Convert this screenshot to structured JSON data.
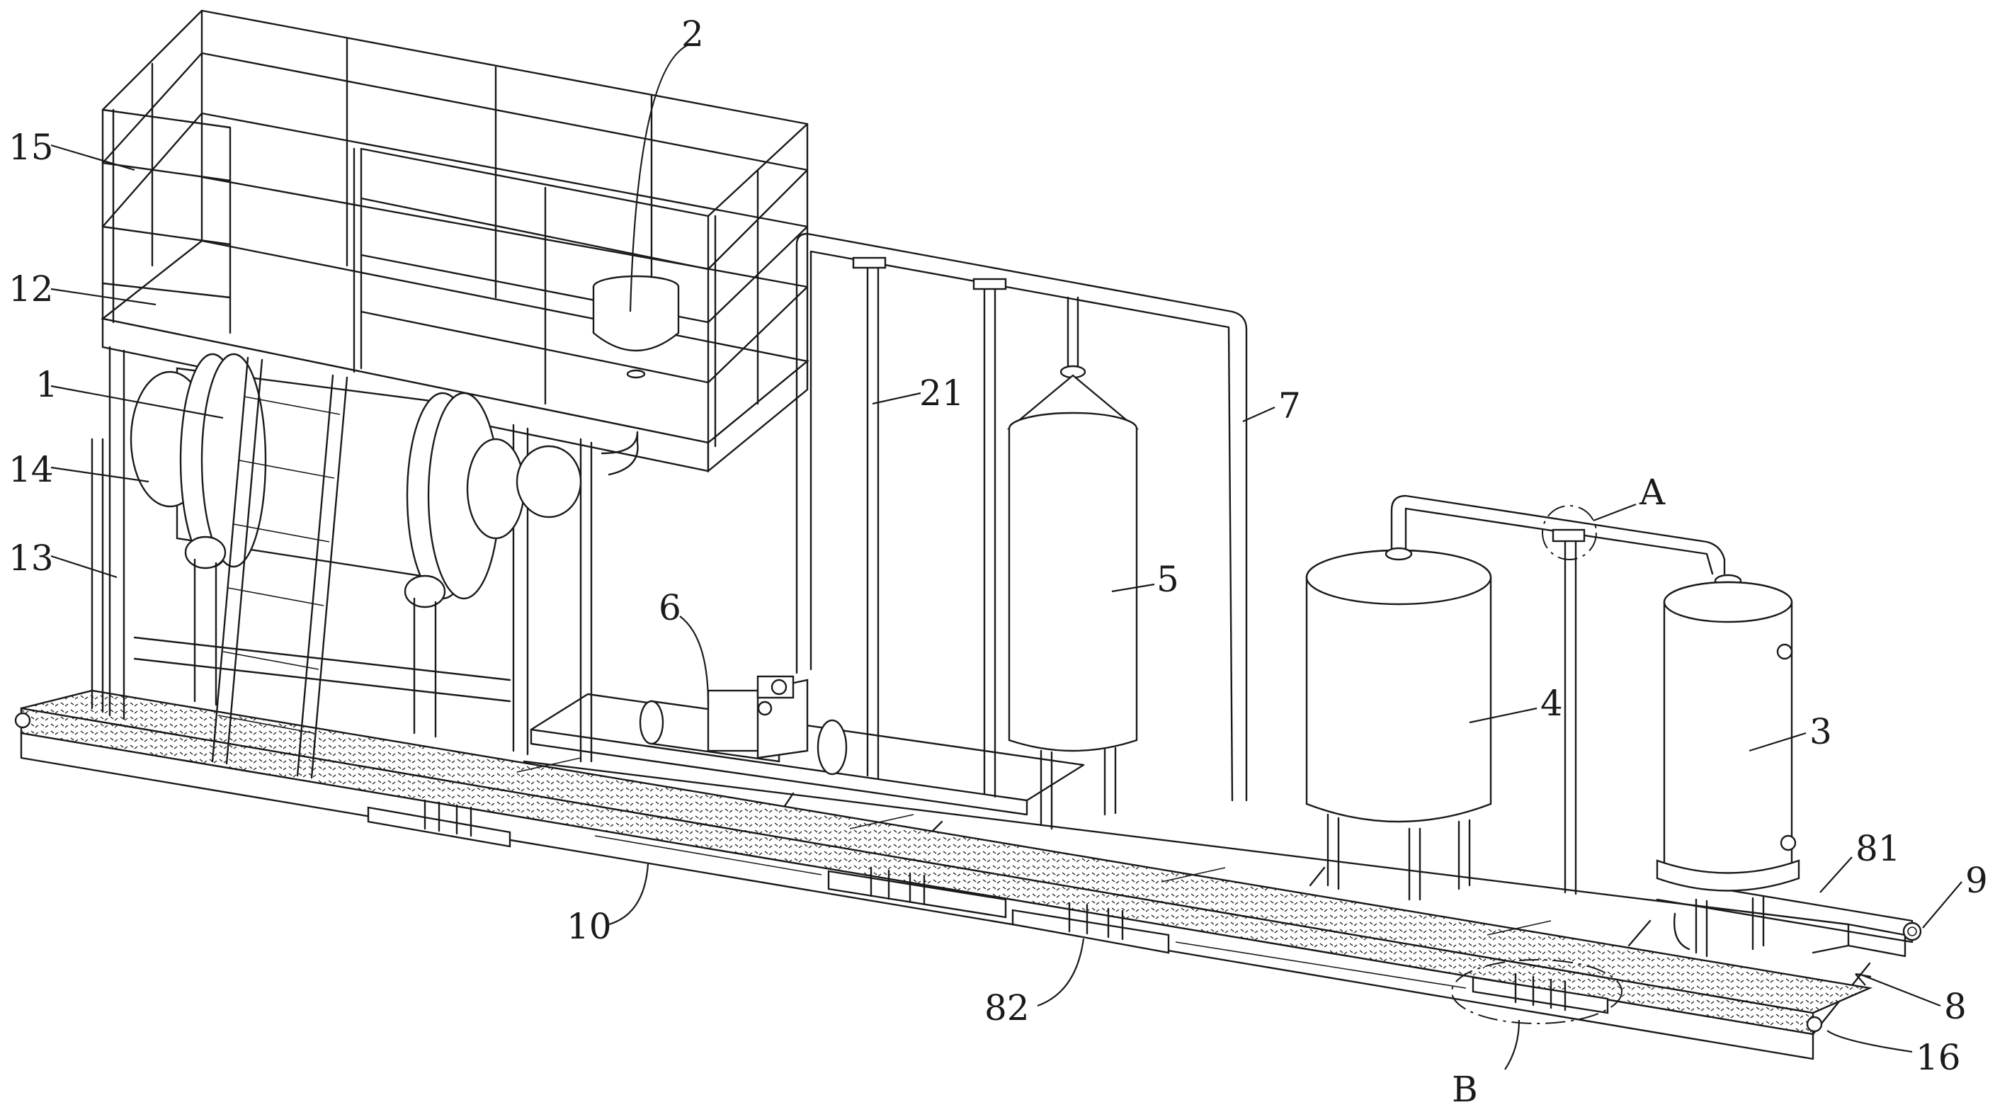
{
  "labels": {
    "n1": "1",
    "n2": "2",
    "n3": "3",
    "n4": "4",
    "n5": "5",
    "n6": "6",
    "n7": "7",
    "n8": "8",
    "n9": "9",
    "n10": "10",
    "n12": "12",
    "n13": "13",
    "n14": "14",
    "n15": "15",
    "n16": "16",
    "n21": "21",
    "n81": "81",
    "n82": "82",
    "A": "A",
    "B": "B"
  },
  "colors": {
    "line": "#1a1a1a",
    "background": "#ffffff",
    "plate": "#d8d8d8"
  }
}
